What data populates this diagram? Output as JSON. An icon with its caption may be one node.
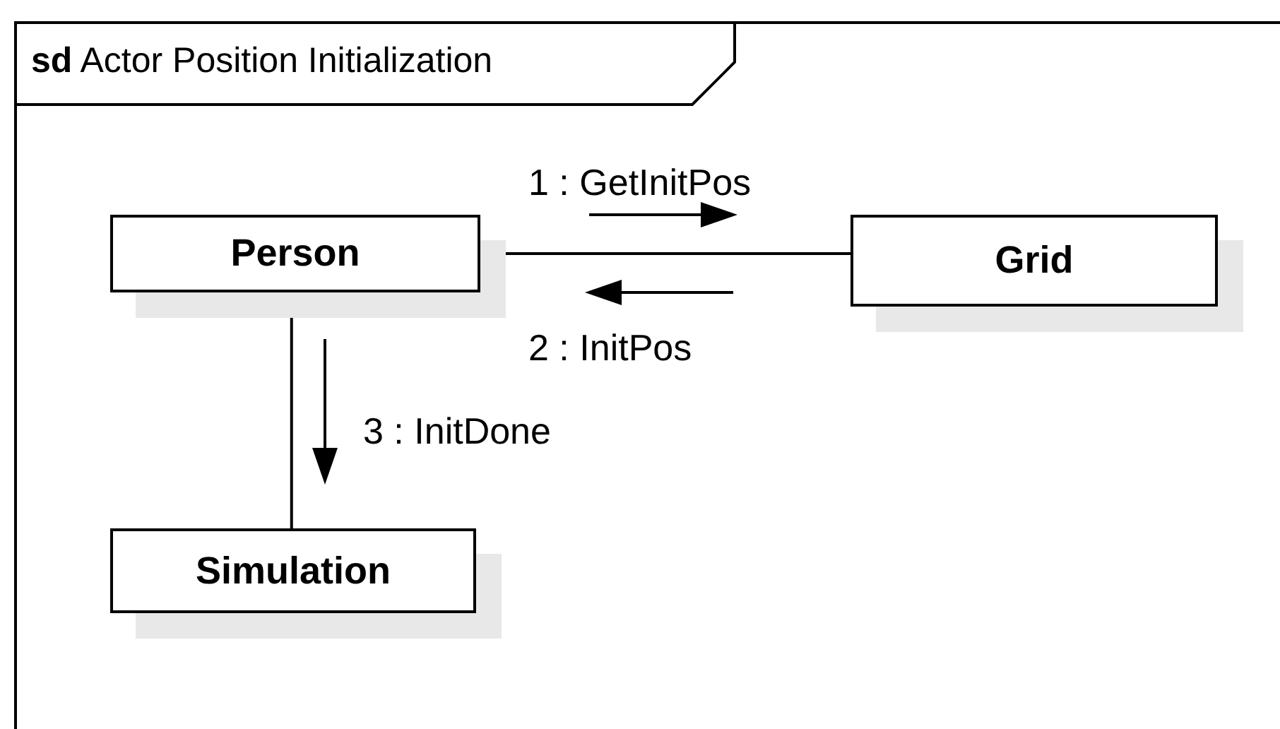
{
  "diagram": {
    "nodes": [
      {
        "text": [
          "**sd** Actor Position Initialization"
        ]
      },
      {
        "text": [
          "Person"
        ],
        "in": 0
      },
      {
        "text": [
          "Grid"
        ],
        "in": 0
      },
      {
        "text": [
          "Simulation"
        ],
        "in": 0
      }
    ],
    "edges": [
      {
        "from": 1,
        "to": 2,
        "arrow": "none"
      },
      {
        "from": 1,
        "to": 3,
        "arrow": "none"
      }
    ],
    "labels": [
      "1 : GetInitPos",
      "2 : InitPos",
      "3 : InitDone"
    ]
  }
}
